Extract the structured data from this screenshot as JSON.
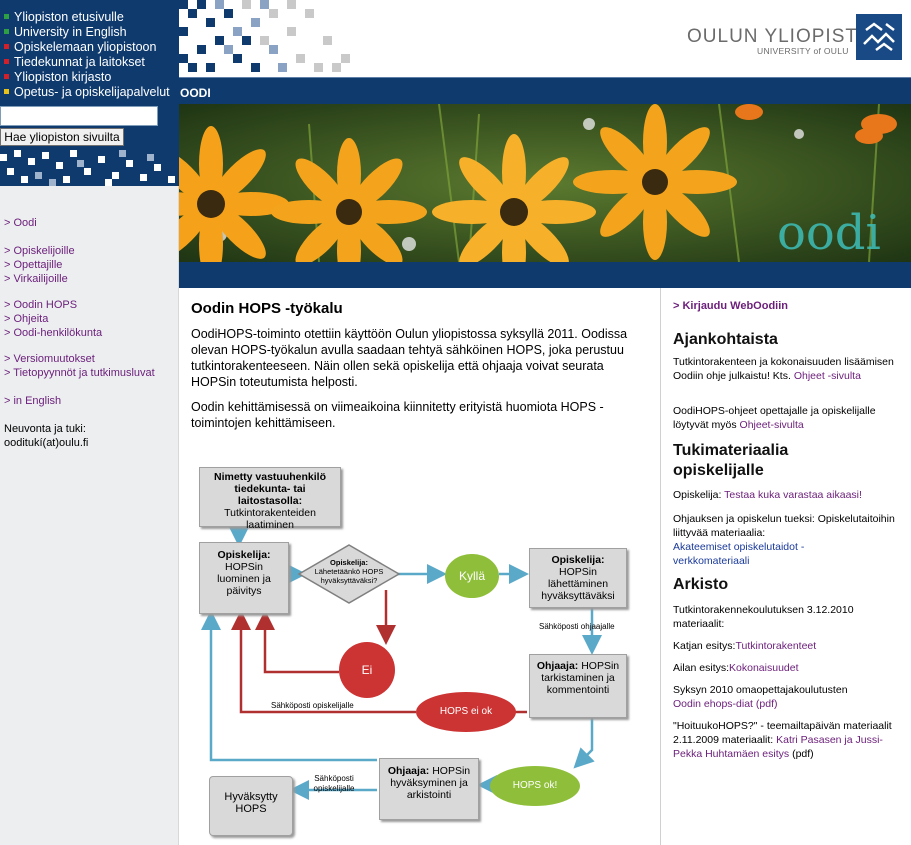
{
  "topnav": {
    "items": [
      {
        "label": "Yliopiston etusivulle",
        "color": "#2ea043"
      },
      {
        "label": "University in English",
        "color": "#2ea043"
      },
      {
        "label": "Opiskelemaan yliopistoon",
        "color": "#d0202a"
      },
      {
        "label": "Tiedekunnat ja laitokset",
        "color": "#d0202a"
      },
      {
        "label": "Yliopiston kirjasto",
        "color": "#d0202a"
      },
      {
        "label": "Opetus- ja opiskelijapalvelut",
        "color": "#e6c21a"
      }
    ]
  },
  "search": {
    "button_label": "Hae yliopiston sivuilta",
    "value": ""
  },
  "logo": {
    "name": "OULUN YLIOPISTO",
    "sub": "UNIVERSITY of OULU"
  },
  "section_label": "OODI",
  "hero_logo_text": "oodi",
  "sidebar": {
    "items": [
      "> Oodi",
      "> Opiskelijoille",
      "> Opettajille",
      "> Virkailijoille",
      "> Oodin HOPS",
      "> Ohjeita",
      "> Oodi-henkilökunta",
      "> Versiomuutokset",
      "> Tietopyynnöt ja tutkimusluvat",
      "> in English"
    ],
    "support_label": "Neuvonta ja tuki:",
    "support_email": "ooditukí(at)oulu.fi"
  },
  "main": {
    "title": "Oodin HOPS -työkalu",
    "p1": "OodiHOPS-toiminto otettiin käyttöön Oulun yliopistossa syksyllä 2011. Oodissa olevan HOPS-työkalun avulla saadaan tehtyä sähköinen HOPS, joka perustuu tutkintorakenteeseen. Näin ollen sekä opiskelija että ohjaaja voivat seurata HOPSin toteutumista helposti.",
    "p2": "Oodin kehittämisessä on viimeaikoina kiinnitetty erityistä huomiota HOPS -toimintojen kehittämiseen."
  },
  "flow": {
    "box1_bold": "Nimetty vastuuhenkilö tiedekunta- tai laitostasolla:",
    "box1_text": "Tutkintorakenteiden laatiminen",
    "box2_bold": "Opiskelija:",
    "box2_text": "HOPSin luominen ja päivitys",
    "diamond_bold": "Opiskelija:",
    "diamond_text": "Lähetetäänkö HOPS hyväksyttäväksi?",
    "yes": "Kyllä",
    "no": "Ei",
    "box3_bold": "Opiskelija:",
    "box3_text": "HOPSin lähettäminen hyväksyttäväksi",
    "email_supervisor": "Sähköposti ohjaajalle",
    "box4_bold": "Ohjaaja:",
    "box4_text": "HOPSin tarkistaminen ja kommentointi",
    "email_student": "Sähköposti opiskelijalle",
    "hops_not_ok": "HOPS ei ok",
    "hops_ok": "HOPS ok!",
    "box5_bold": "Ohjaaja:",
    "box5_text": "HOPSin hyväksyminen ja arkistointi",
    "email_student2": "Sähköposti opiskelijalle",
    "approved": "Hyväksytty HOPS"
  },
  "right": {
    "login": "> Kirjaudu WebOodiin",
    "news_title": "Ajankohtaista",
    "news1": "Tutkintorakenteen ja kokonaisuuden lisäämisen Oodiin ohje julkaistu! Kts.",
    "news1_link": "Ohjeet -sivulta",
    "news2": "OodiHOPS-ohjeet opettajalle ja opiskelijalle löytyvät myös",
    "news2_link": "Ohjeet-sivulta",
    "support_title": "Tukimateriaalia opiskelijalle",
    "support1": "Opiskelija:",
    "support1_link": "Testaa kuka varastaa aikaasi!",
    "support2": "Ohjauksen ja opiskelun tueksi: Opiskelutaitoihin liittyvää materiaalia:",
    "support2_link": "Akateemiset opiskelutaidot -verkkomateriaali",
    "archive_title": "Arkisto",
    "arch1": "Tutkintorakennekoulutuksen 3.12.2010 materiaalit:",
    "arch2": "Katjan esitys:",
    "arch2_link": "Tutkintorakenteet",
    "arch3": "Ailan esitys:",
    "arch3_link": "Kokonaisuudet",
    "arch4": "Syksyn 2010 omaopettajakoulutusten",
    "arch4_link": "Oodin ehops-diat (pdf)",
    "arch5": "\"HoituukoHOPS?\" - teemailtapäivän materiaalit 2.11.2009 materiaalit:",
    "arch5_link": "Katri Pasasen ja Jussi- Pekka Huhtamäen esitys",
    "arch5_tail": "(pdf)"
  }
}
